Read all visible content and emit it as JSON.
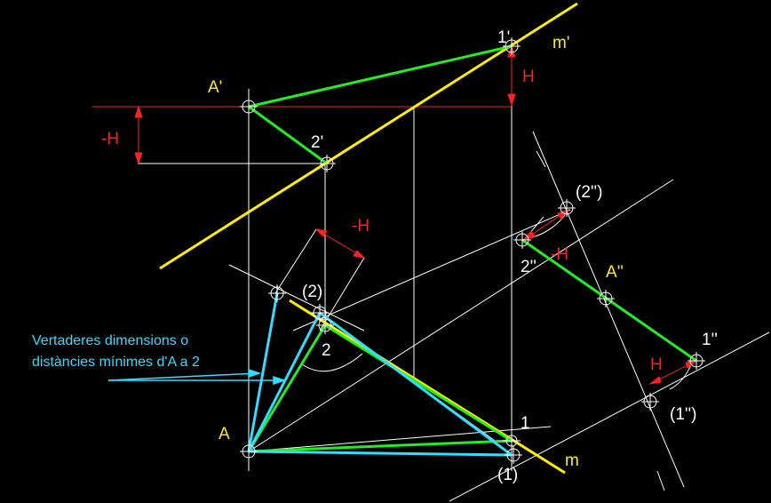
{
  "colors": {
    "background": "#000000",
    "construction": "#ffffff",
    "green_segment": "#22ee22",
    "yellow_line": "#ffee00",
    "red_measure": "#ff2020",
    "cyan_true_size": "#33ddff"
  },
  "labels": {
    "A_prime": "A'",
    "one_prime": "1'",
    "m_prime": "m'",
    "H_top": "H",
    "minus_H_left": "-H",
    "two_prime": "2'",
    "two_dbl_paren": "(2'')",
    "minus_H_upper": "-H",
    "minus_H_right": "-H",
    "two_dbl": "2''",
    "A_dbl": "A''",
    "two_paren": "(2)",
    "two": "2",
    "one_dbl": "1''",
    "H_right": "H",
    "one_dbl_paren": "(1'')",
    "A": "A",
    "one": "1",
    "one_paren": "(1)",
    "m": "m"
  },
  "annotation": {
    "line1": "Vertaderes dimensions o",
    "line2": "distàncies mínimes d'A a 2"
  }
}
